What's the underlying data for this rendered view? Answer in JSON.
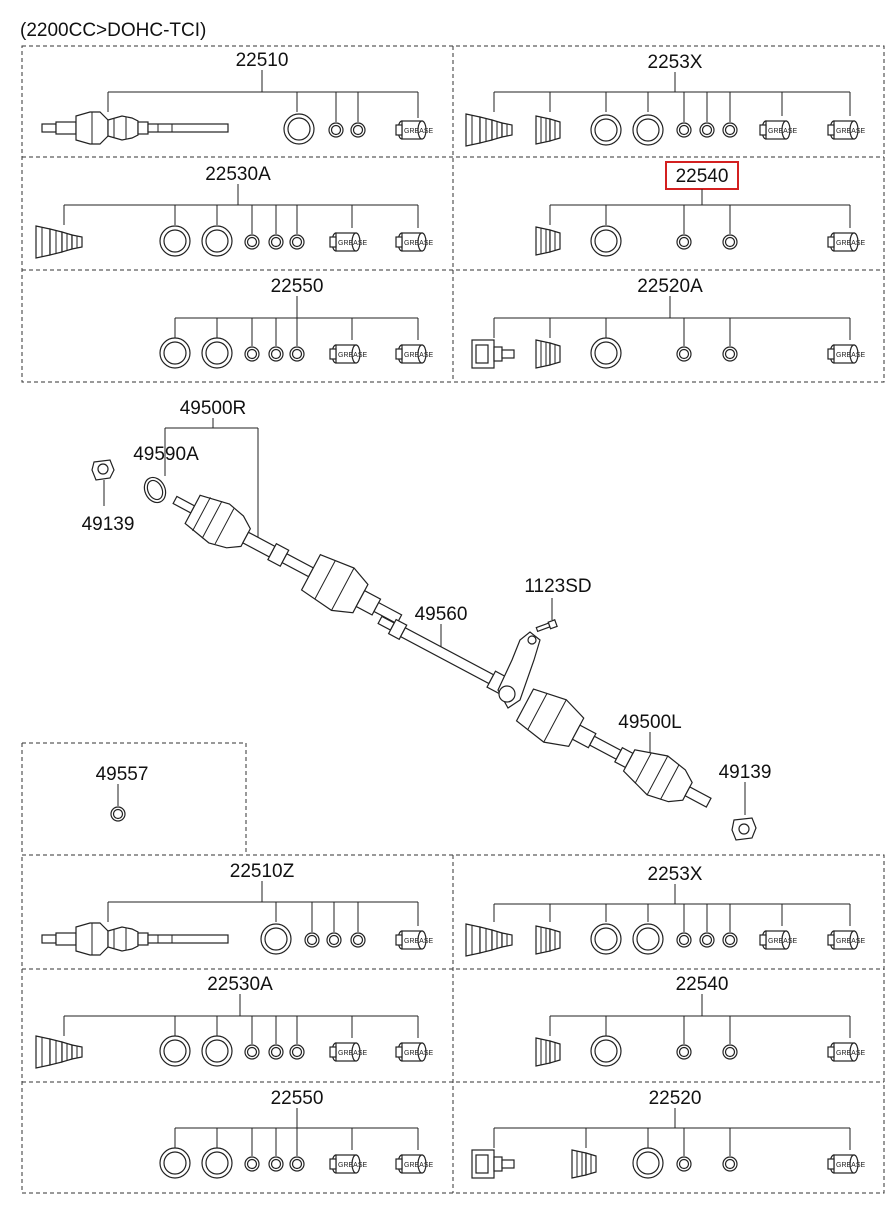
{
  "header": {
    "title": "(2200CC>DOHC-TCI)"
  },
  "highlight_color": "#d32020",
  "top_kits": [
    {
      "code": "22510",
      "icon": "shaft-assembly-icon"
    },
    {
      "code": "2253X",
      "icon": "boot-kit-icon"
    },
    {
      "code": "22530A",
      "icon": "boot-kit-icon"
    },
    {
      "code": "22540",
      "icon": "boot-kit-icon",
      "highlighted": true
    },
    {
      "code": "22550",
      "icon": "boot-kit-icon"
    },
    {
      "code": "22520A",
      "icon": "joint-kit-icon"
    }
  ],
  "main_assembly": {
    "shaft_right": "49500R",
    "seal_ring": "49590A",
    "nut_right": "49139",
    "shaft_inner": "49560",
    "bolt": "1123SD",
    "shaft_left": "49500L",
    "nut_left": "49139"
  },
  "mid_part": "49557",
  "bottom_kits": [
    {
      "code": "22510Z",
      "icon": "shaft-assembly-icon"
    },
    {
      "code": "2253X",
      "icon": "boot-kit-icon"
    },
    {
      "code": "22530A",
      "icon": "boot-kit-icon"
    },
    {
      "code": "22540",
      "icon": "boot-kit-icon"
    },
    {
      "code": "22550",
      "icon": "boot-kit-icon"
    },
    {
      "code": "22520",
      "icon": "joint-kit-icon"
    }
  ],
  "grease_label": "GREASE"
}
